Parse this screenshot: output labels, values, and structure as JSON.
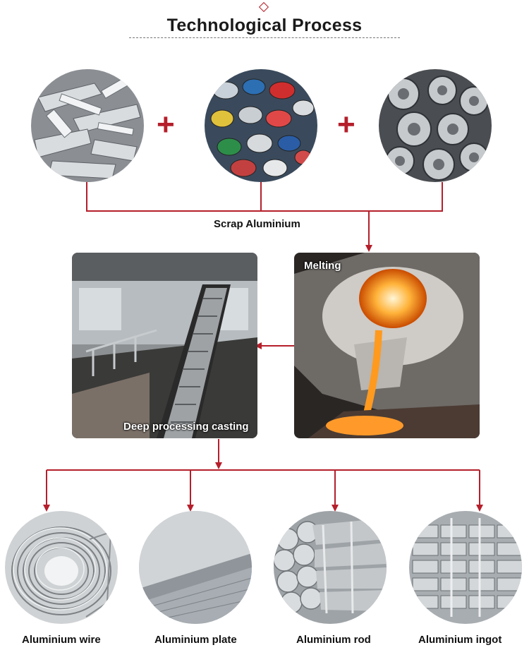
{
  "header": {
    "title": "Technological Process"
  },
  "sources": {
    "label": "Scrap Aluminium",
    "operators": [
      "+",
      "+"
    ],
    "images": [
      "scrap-profiles-photo",
      "aluminium-cans-photo",
      "aluminium-wheels-photo"
    ]
  },
  "stages": {
    "melting": {
      "caption": "Melting",
      "image": "molten-metal-pour-photo"
    },
    "casting": {
      "caption": "Deep processing casting",
      "image": "casting-conveyor-photo"
    }
  },
  "products": [
    {
      "label": "Aluminium wire",
      "image": "wire-coil-photo"
    },
    {
      "label": "Aluminium plate",
      "image": "plate-stack-photo"
    },
    {
      "label": "Aluminium rod",
      "image": "rod-bundle-photo"
    },
    {
      "label": "Aluminium ingot",
      "image": "ingot-stack-photo"
    }
  ],
  "colors": {
    "accent": "#b51f2b",
    "connector": "#b51f2b",
    "text": "#111111"
  }
}
